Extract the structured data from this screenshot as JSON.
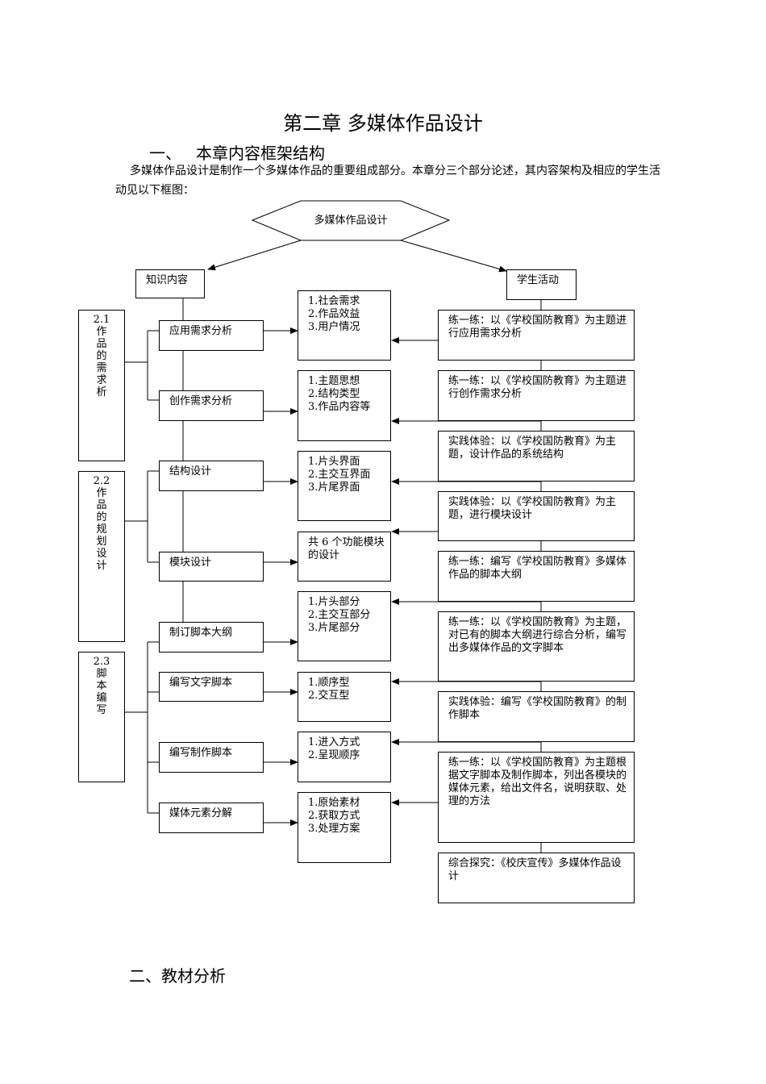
{
  "title": "第二章  多媒体作品设计",
  "section1": {
    "num": "一、",
    "text": "本章内容框架结构"
  },
  "paragraph": "多媒体作品设计是制作一个多媒体作品的重要组成部分。本章分三个部分论述，其内容架构及相应的学生活动见以下框图：",
  "diagram": {
    "root": "多媒体作品设计",
    "branch_left": "知识内容",
    "branch_right": "学生活动",
    "sections": [
      {
        "num": "2.1",
        "chars": [
          "作",
          "品",
          "的",
          "需",
          "求",
          "析"
        ]
      },
      {
        "num": "2.2",
        "chars": [
          "作",
          "品",
          "的",
          "规",
          "划",
          "设",
          "计"
        ]
      },
      {
        "num": "2.3",
        "chars": [
          "脚",
          "本",
          "编",
          "写"
        ]
      }
    ],
    "topics": [
      "应用需求分析",
      "创作需求分析",
      "结构设计",
      "模块设计",
      "制订脚本大纲",
      "编写文字脚本",
      "编写制作脚本",
      "媒体元素分解"
    ],
    "contents": [
      "1.社会需求\n2.作品效益\n3.用户情况",
      "1.主题思想\n2.结构类型\n3.作品内容等",
      "1.片头界面\n2.主交互界面\n3.片尾界面",
      "共 6 个功能模块的设计",
      "1.片头部分\n2.主交互部分\n3.片尾部分",
      "1.顺序型\n2.交互型",
      "1.进入方式\n2.呈现顺序",
      "1.原始素材\n2.获取方式\n3.处理方案"
    ],
    "activities": [
      "练一练：以《学校国防教育》为主题进行应用需求分析",
      "练一练：以《学校国防教育》为主题进行创作需求分析",
      "实践体验：以《学校国防教育》为主题，设计作品的系统结构",
      "实践体验：以《学校国防教育》为主题，进行模块设计",
      "练一练：编写《学校国防教育》多媒体作品的脚本大纲",
      "练一练：以《学校国防教育》为主题，对已有的脚本大纲进行综合分析，编写出多媒体作品的文字脚本",
      "实践体验：编写《学校国防教育》的制作脚本",
      "练一练：以《学校国防教育》为主题根据文字脚本及制作脚本，列出各模块的媒体元素，给出文件名，说明获取、处理的方法",
      "综合探究：《校庆宣传》多媒体作品设计"
    ]
  },
  "section2": "二、教材分析"
}
